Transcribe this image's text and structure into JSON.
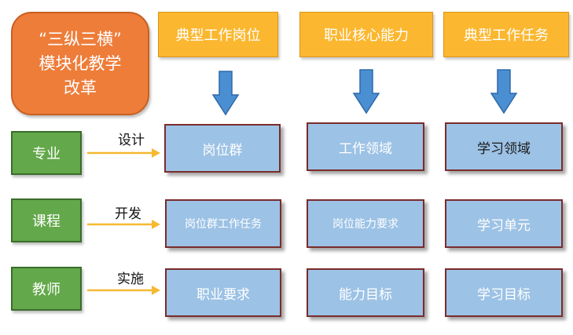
{
  "title": {
    "line1": "“三纵三横”",
    "line2": "模块化教学",
    "line3": "改革"
  },
  "columns": [
    {
      "header": "典型工作岗位",
      "cells": [
        "岗位群",
        "岗位群工作任务",
        "职业要求"
      ]
    },
    {
      "header": "职业核心能力",
      "cells": [
        "工作领域",
        "岗位能力要求",
        "能力目标"
      ]
    },
    {
      "header": "典型工作任务",
      "cells": [
        "学习领域",
        "学习单元",
        "学习目标"
      ]
    }
  ],
  "rows": [
    {
      "label": "专业",
      "verb": "设计"
    },
    {
      "label": "课程",
      "verb": "开发"
    },
    {
      "label": "教师",
      "verb": "实施"
    }
  ],
  "colors": {
    "title_fill": "#ee7d3a",
    "header_fill": "#fbb72f",
    "cell_fill": "#9cc2e5",
    "row_label_fill": "#63a84a",
    "down_arrow": "#4a8fd1",
    "side_arrow": "#f5b932"
  }
}
